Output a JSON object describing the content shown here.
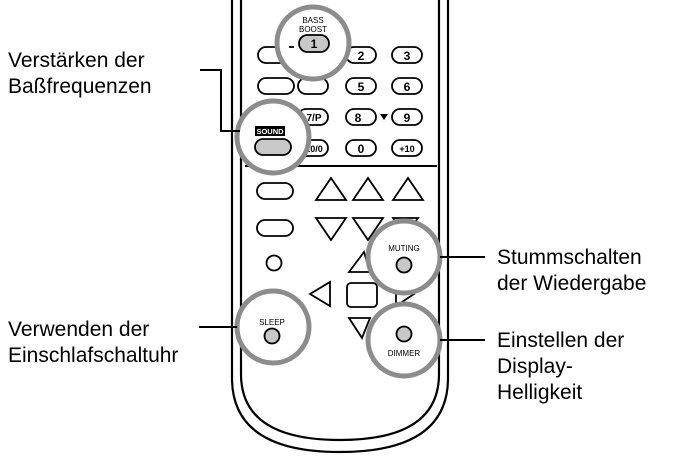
{
  "callouts": {
    "bass": {
      "line1": "Verstärken der",
      "line2": "Baßfrequenzen"
    },
    "muting": {
      "line1": "Stummschalten",
      "line2": "der Wiedergabe"
    },
    "sleep": {
      "line1": "Verwenden der",
      "line2": "Einschlafschaltuhr"
    },
    "dimmer": {
      "line1": "Einstellen der",
      "line2": "Display-",
      "line3": "Helligkeit"
    }
  },
  "remote": {
    "bass_label_top": "BASS",
    "bass_label_bottom": "BOOST",
    "sound_label": "SOUND",
    "muting_label": "MUTING",
    "sleep_label": "SLEEP",
    "dimmer_label": "DIMMER",
    "keys": {
      "k1": "1",
      "k2": "2",
      "k3": "3",
      "k5": "5",
      "k6": "6",
      "k7": "7/P",
      "k8": "8",
      "k9": "9",
      "k10": "10/0",
      "k0": "0",
      "k10plus": "+10"
    }
  }
}
